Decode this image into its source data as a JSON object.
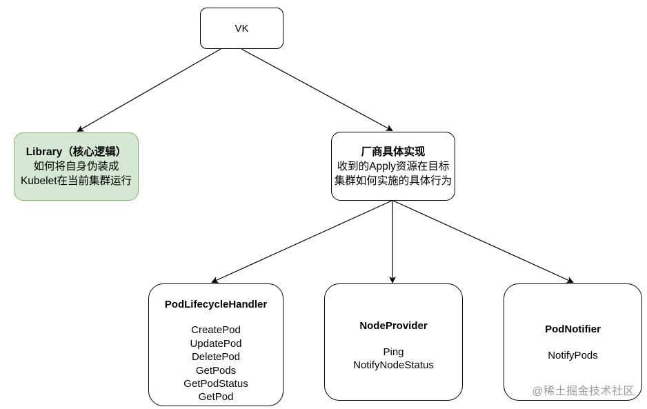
{
  "diagram": {
    "root": {
      "label": "VK"
    },
    "library": {
      "title": "Library（核心逻辑）",
      "lines": [
        "如何将自身伪装成",
        "Kubelet在当前集群运行"
      ],
      "fill_color": "#d5e8d4",
      "stroke_color": "#82b366"
    },
    "vendor": {
      "title": "厂商具体实现",
      "lines": [
        "收到的Apply资源在目标",
        "集群如何实施的具体行为"
      ]
    },
    "pod_lifecycle_handler": {
      "title": "PodLifecycleHandler",
      "methods": [
        "CreatePod",
        "UpdatePod",
        "DeletePod",
        "GetPods",
        "GetPodStatus",
        "GetPod"
      ]
    },
    "node_provider": {
      "title": "NodeProvider",
      "methods": [
        "Ping",
        "NotifyNodeStatus"
      ]
    },
    "pod_notifier": {
      "title": "PodNotifier",
      "methods": [
        "NotifyPods"
      ]
    },
    "edges": [
      {
        "from": "root",
        "to": "library"
      },
      {
        "from": "root",
        "to": "vendor"
      },
      {
        "from": "vendor",
        "to": "pod_lifecycle_handler"
      },
      {
        "from": "vendor",
        "to": "node_provider"
      },
      {
        "from": "vendor",
        "to": "pod_notifier"
      }
    ]
  },
  "watermark": {
    "text": "@稀土掘金技术社区"
  }
}
